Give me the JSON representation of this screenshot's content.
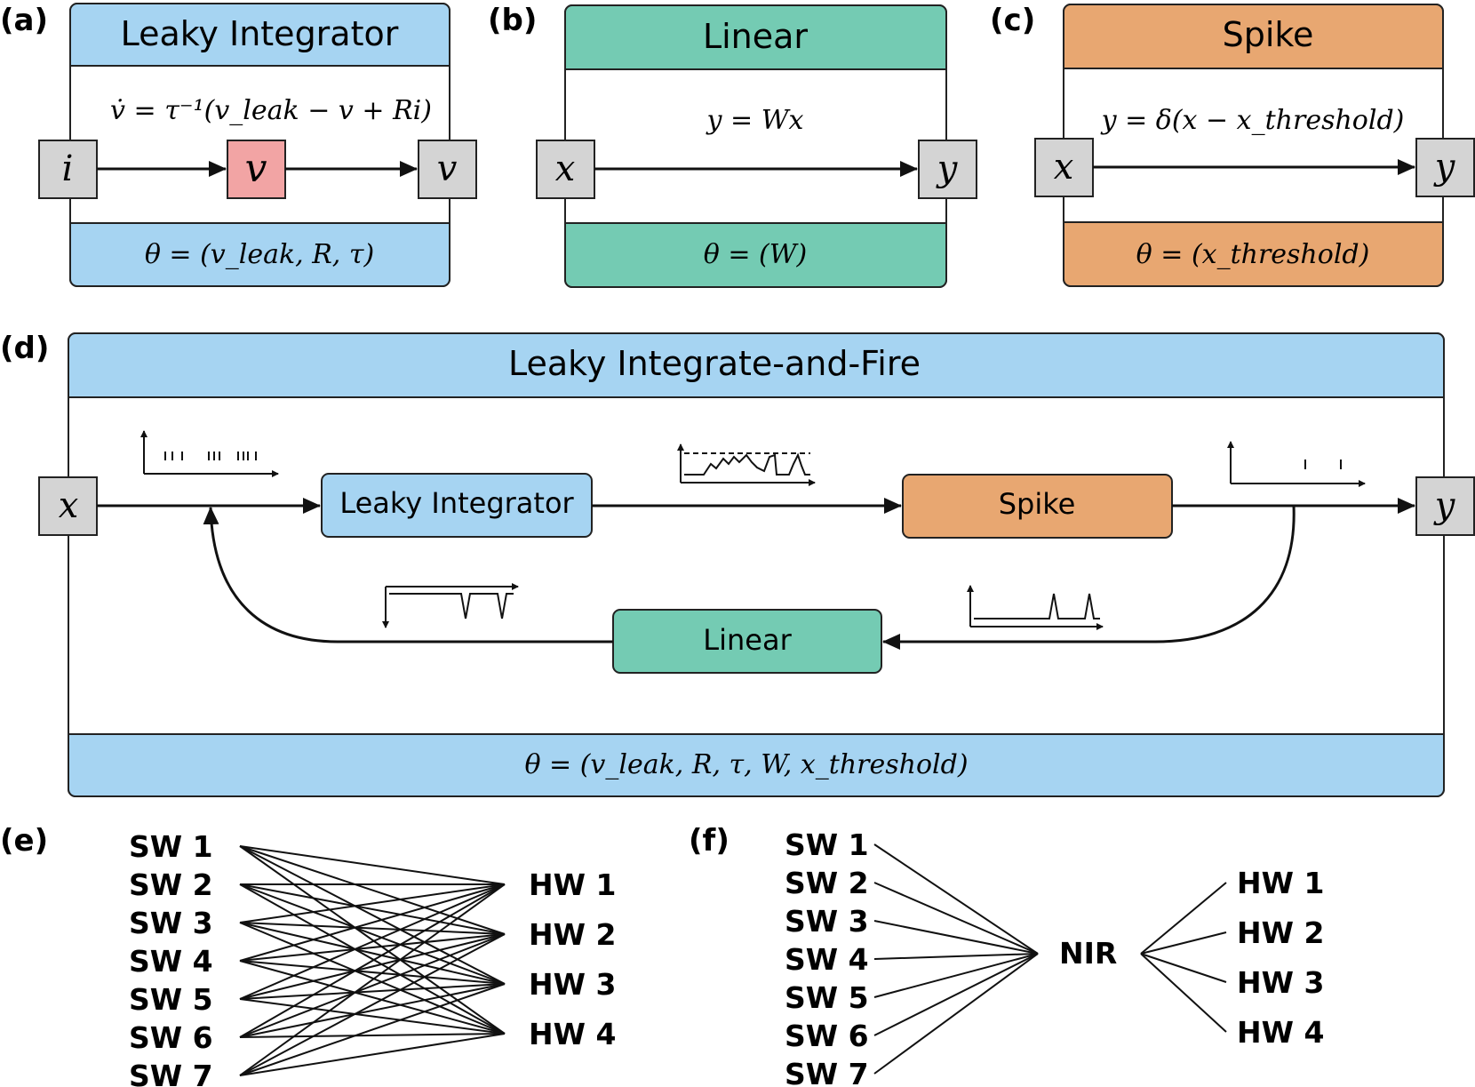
{
  "colors": {
    "blue": "#a6d4f2",
    "green": "#74cbb3",
    "orange": "#e8a771",
    "red": "#f2a4a4",
    "gray": "#d4d4d4",
    "stroke": "#222222"
  },
  "panel_a": {
    "tag": "(a)",
    "title": "Leaky Integrator",
    "equation": "v̇ = τ⁻¹(v_leak − v + Ri)",
    "input": "i",
    "state": "v",
    "output": "v",
    "params": "θ = (v_leak, R, τ)"
  },
  "panel_b": {
    "tag": "(b)",
    "title": "Linear",
    "equation": "y = Wx",
    "input": "x",
    "output": "y",
    "params": "θ = (W)"
  },
  "panel_c": {
    "tag": "(c)",
    "title": "Spike",
    "equation": "y = δ(x − x_threshold)",
    "input": "x",
    "output": "y",
    "params": "θ = (x_threshold)"
  },
  "panel_d": {
    "tag": "(d)",
    "title": "Leaky Integrate-and-Fire",
    "input": "x",
    "output": "y",
    "block_integrator": "Leaky Integrator",
    "block_spike": "Spike",
    "block_linear": "Linear",
    "params": "θ = (v_leak, R, τ, W, x_threshold)"
  },
  "panel_e": {
    "tag": "(e)",
    "sw": [
      "SW 1",
      "SW 2",
      "SW 3",
      "SW 4",
      "SW 5",
      "SW 6",
      "SW 7"
    ],
    "hw": [
      "HW 1",
      "HW 2",
      "HW 3",
      "HW 4"
    ]
  },
  "panel_f": {
    "tag": "(f)",
    "sw": [
      "SW 1",
      "SW 2",
      "SW 3",
      "SW 4",
      "SW 5",
      "SW 6",
      "SW 7"
    ],
    "hub": "NIR",
    "hw": [
      "HW 1",
      "HW 2",
      "HW 3",
      "HW 4"
    ]
  }
}
